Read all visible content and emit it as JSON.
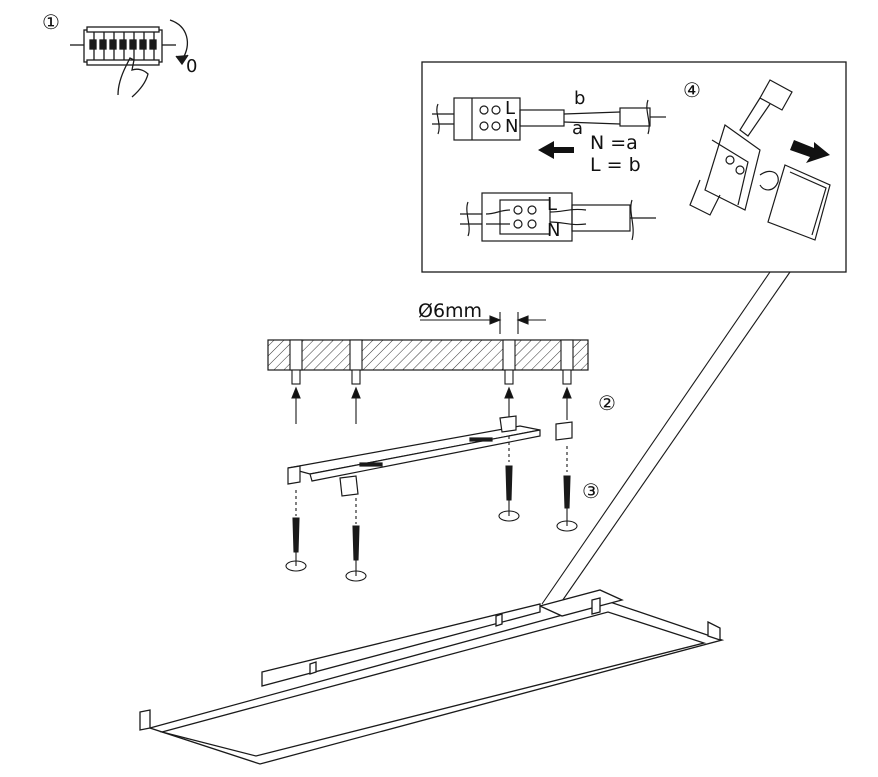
{
  "steps": {
    "step1": "①",
    "step2": "②",
    "step3": "③",
    "step4": "④"
  },
  "switch_off_label": "0",
  "hole_diameter": "Ø6mm",
  "wiring": {
    "terminal_L": "L",
    "terminal_N": "N",
    "wire_b": "b",
    "wire_a": "a",
    "rule_N": "N =a",
    "rule_L": "L = b"
  },
  "colors": {
    "line": "#1a1a1a",
    "background": "#ffffff"
  }
}
